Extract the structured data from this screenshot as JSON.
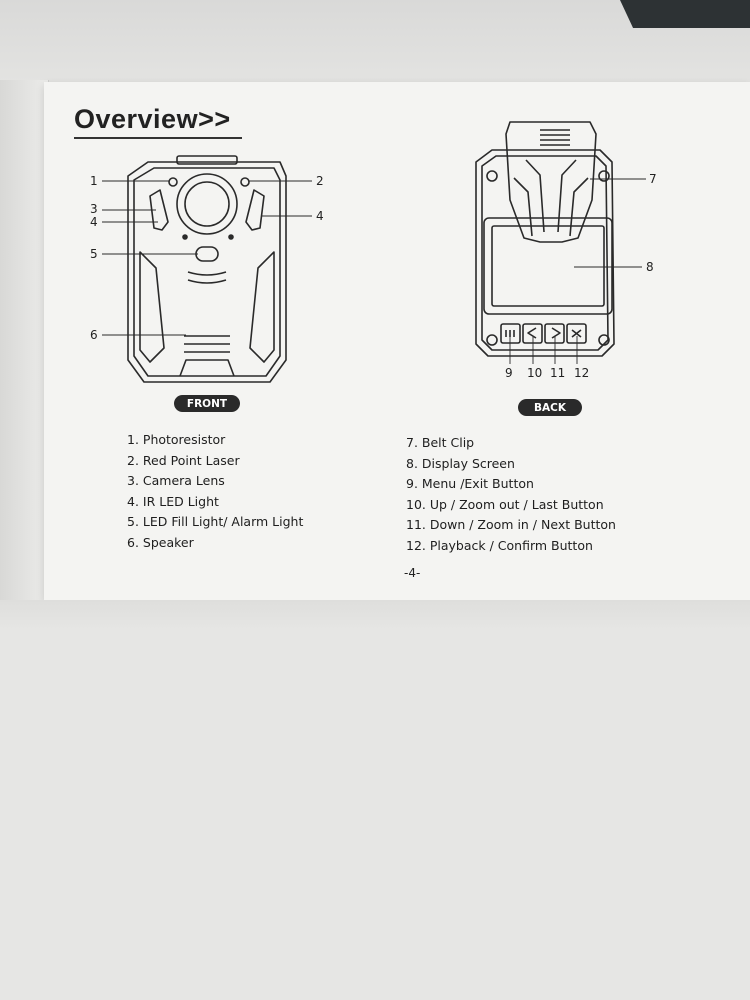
{
  "title": "Overview>>",
  "front": {
    "label": "FRONT",
    "callouts": [
      "1",
      "2",
      "3",
      "4",
      "4",
      "5",
      "6"
    ],
    "items": [
      "1. Photoresistor",
      "2. Red Point Laser",
      "3. Camera Lens",
      "4. IR LED Light",
      "5. LED Fill Light/ Alarm Light",
      "6. Speaker"
    ]
  },
  "back": {
    "label": "BACK",
    "callouts": [
      "7",
      "8",
      "9",
      "10",
      "11",
      "12"
    ],
    "items": [
      "7. Belt Clip",
      "8. Display Screen",
      "9. Menu /Exit Button",
      "10. Up / Zoom out / Last Button",
      "11. Down / Zoom in / Next Button",
      "12. Playback / Confirm Button"
    ]
  },
  "page_number": "-4-"
}
